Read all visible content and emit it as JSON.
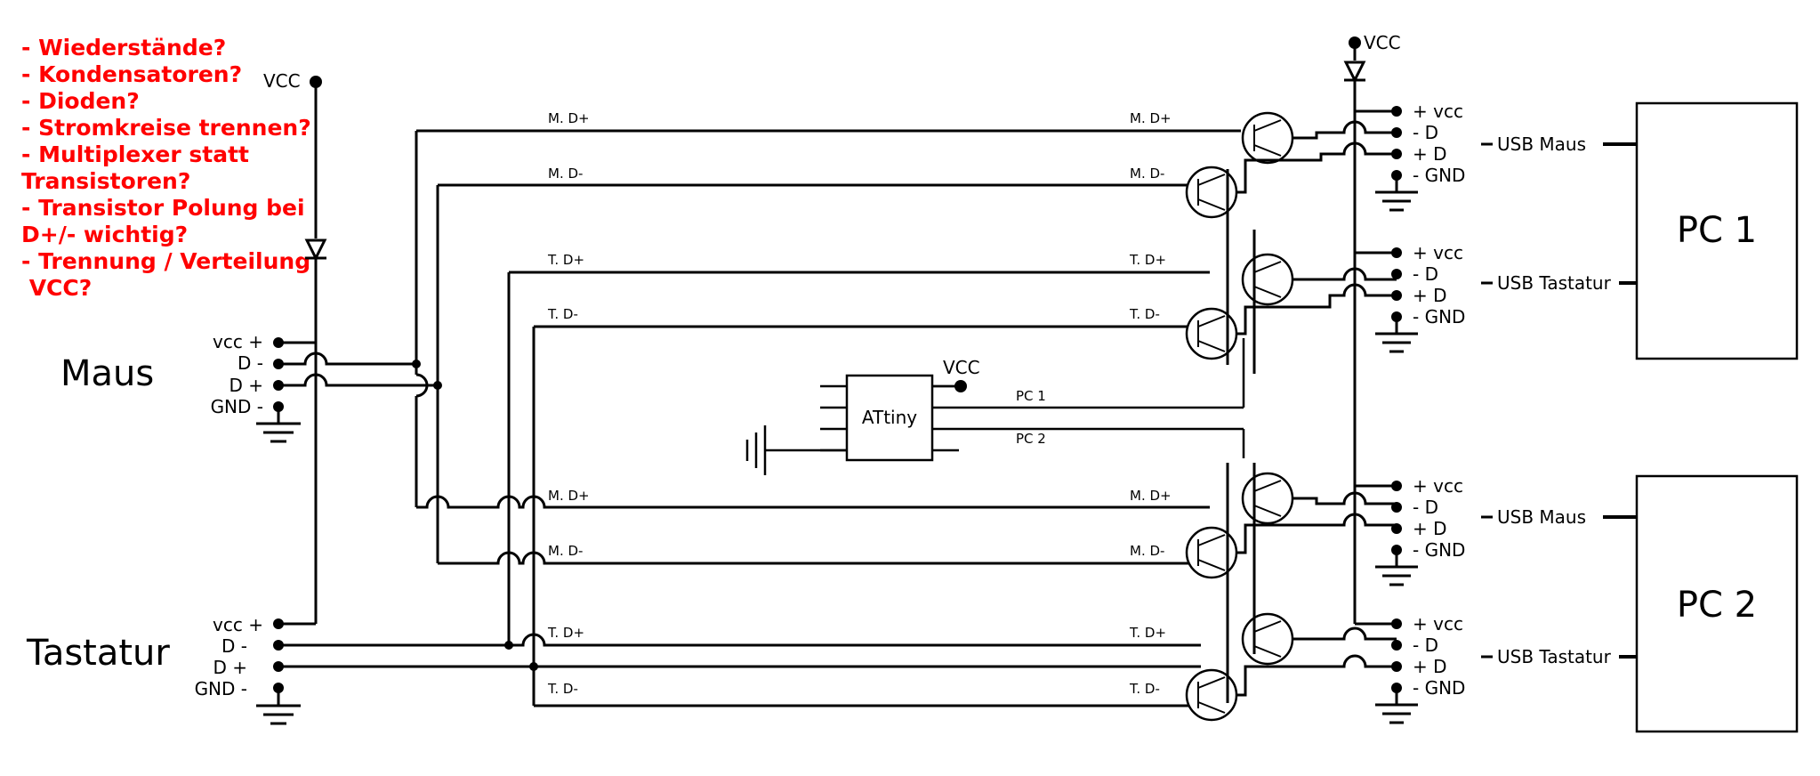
{
  "colors": {
    "wire": "#000000",
    "note": "#ff0000",
    "background": "#ffffff"
  },
  "notes": [
    "- Wiederstände?",
    "- Kondensatoren?",
    "- Dioden?",
    "- Stromkreise trennen?",
    "- Multiplexer statt",
    "Transistoren?",
    "- Transistor Polung bei",
    "D+/- wichtig?",
    "- Trennung / Verteilung",
    " VCC?"
  ],
  "vcc_left": "VCC",
  "vcc_top": "VCC",
  "vcc_attiny": "VCC",
  "maus": {
    "title": "Maus",
    "pins": [
      "vcc +",
      "D -",
      "D +",
      "GND -"
    ]
  },
  "tastatur": {
    "title": "Tastatur",
    "pins": [
      "vcc +",
      "D -",
      "D +",
      "GND -"
    ]
  },
  "attiny": {
    "label": "ATtiny",
    "out1": "PC 1",
    "out2": "PC 2"
  },
  "wire_labels": {
    "md_plus": "M. D+",
    "md_minus": "M. D-",
    "td_plus": "T. D+",
    "td_minus": "T. D-"
  },
  "usb_pins": [
    "+ vcc",
    "- D",
    "+ D",
    "- GND"
  ],
  "pc1": {
    "label": "PC 1",
    "port_maus": "USB Maus",
    "port_tastatur": "USB Tastatur"
  },
  "pc2": {
    "label": "PC 2",
    "port_maus": "USB Maus",
    "port_tastatur": "USB Tastatur"
  }
}
